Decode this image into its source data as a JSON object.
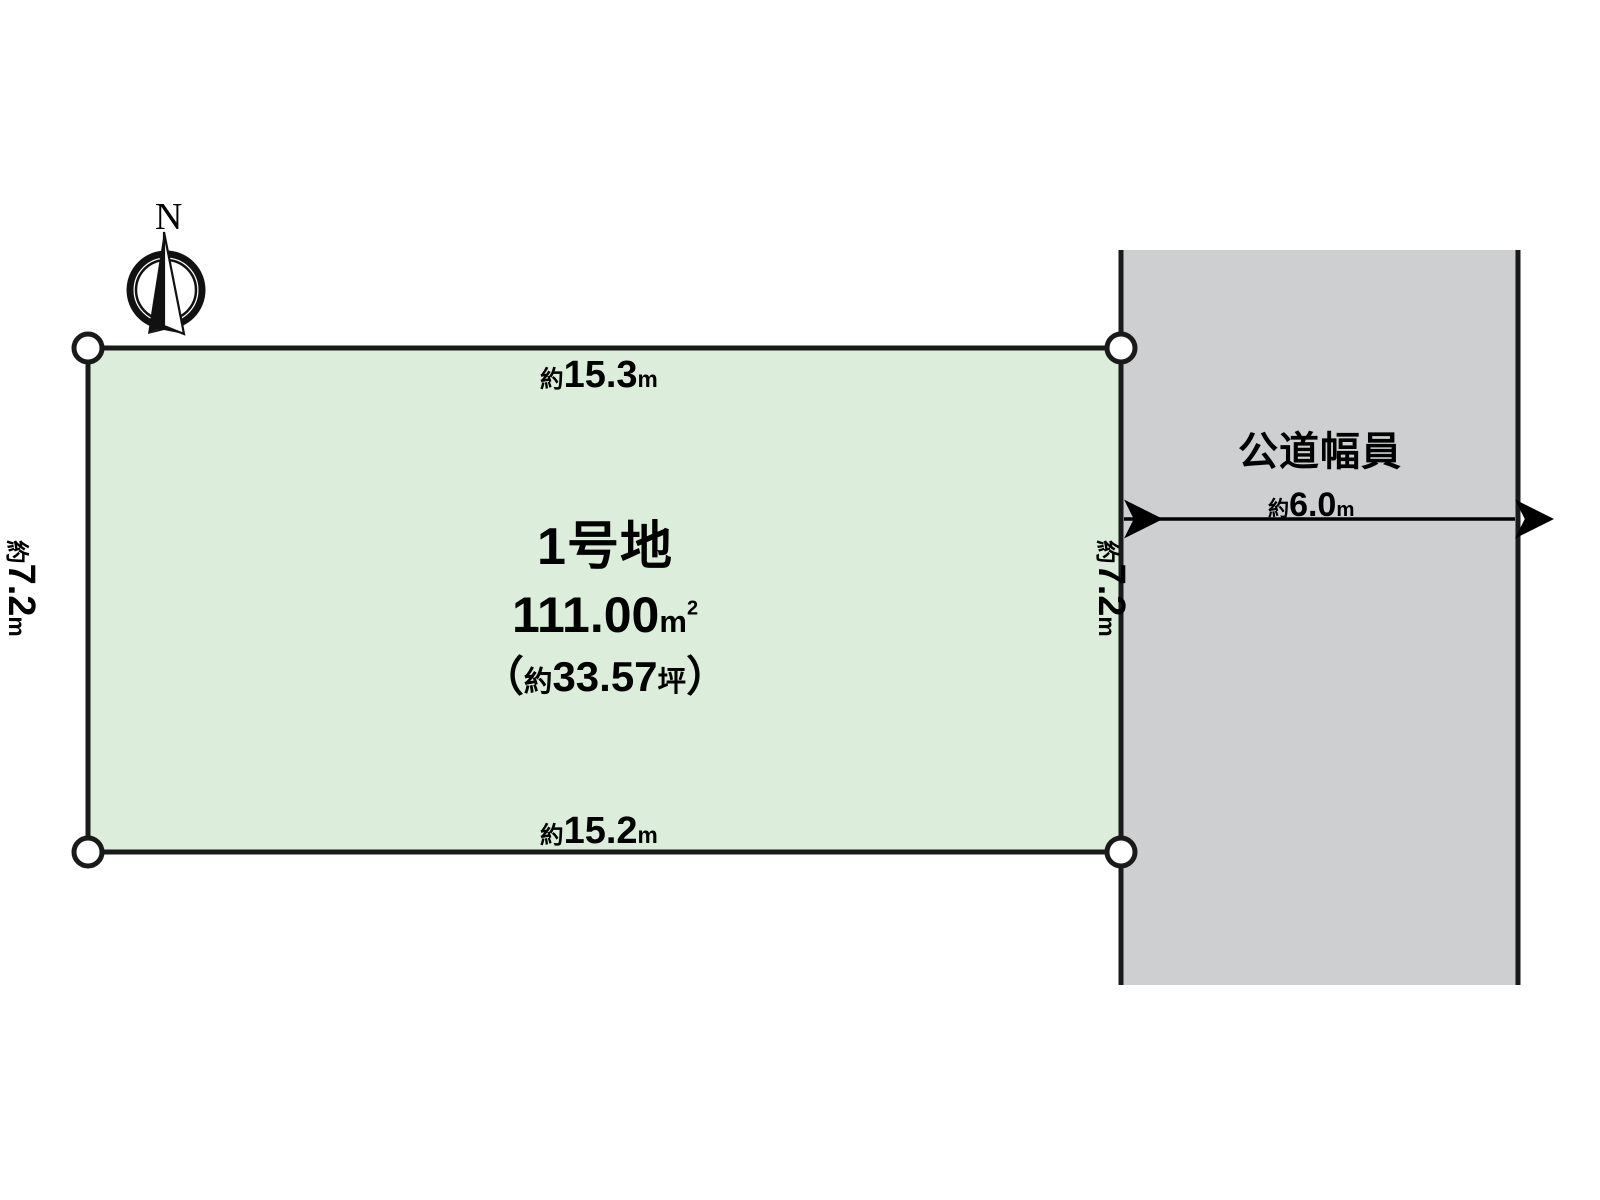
{
  "diagram": {
    "type": "land-plot-survey",
    "background_color": "#ffffff"
  },
  "compass": {
    "north_label": "N",
    "icon": "compass-north-arrow"
  },
  "parcel": {
    "name": "1号地",
    "area_value": "111.00",
    "area_unit": "m",
    "area_unit_sup": "2",
    "tsubo_open_paren": "（",
    "tsubo_prefix": "約",
    "tsubo_value": "33.57",
    "tsubo_unit": "坪",
    "tsubo_close_paren": "）",
    "fill_color": "#dceedb",
    "stroke_color": "#1a1a1a"
  },
  "dimensions": {
    "top": {
      "prefix": "約",
      "value": "15.3",
      "unit": "m"
    },
    "bottom": {
      "prefix": "約",
      "value": "15.2",
      "unit": "m"
    },
    "left": {
      "prefix": "約",
      "value": "7.2",
      "unit": "m"
    },
    "right": {
      "prefix": "約",
      "value": "7.2",
      "unit": "m"
    }
  },
  "road": {
    "title": "公道幅員",
    "width_prefix": "約",
    "width_value": "6.0",
    "width_unit": "m",
    "fill_color": "#cdcfd0",
    "stroke_color": "#1a1a1a",
    "arrow": "double-headed-horizontal-arrow"
  },
  "corner_markers": {
    "count": 4,
    "style": "white-filled-circle-black-outline"
  }
}
